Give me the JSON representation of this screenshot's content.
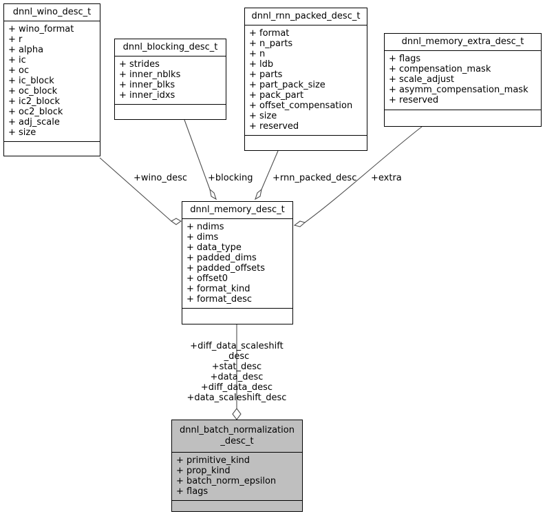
{
  "diagram": {
    "type": "uml-class-diagram",
    "title": "dnnl_batch_normalization_desc_t collaboration diagram",
    "background_color": "#ffffff",
    "line_color": "#4d4d4d",
    "border_color": "#000000",
    "highlight_color": "#bfbfbf"
  },
  "classes": [
    {
      "id": "wino",
      "name": "dnnl_wino_desc_t",
      "highlighted": false,
      "attributes": [
        "+ wino_format",
        "+ r",
        "+ alpha",
        "+ ic",
        "+ oc",
        "+ ic_block",
        "+ oc_block",
        "+ ic2_block",
        "+ oc2_block",
        "+ adj_scale",
        "+ size"
      ]
    },
    {
      "id": "blocking",
      "name": "dnnl_blocking_desc_t",
      "highlighted": false,
      "attributes": [
        "+ strides",
        "+ inner_nblks",
        "+ inner_blks",
        "+ inner_idxs"
      ]
    },
    {
      "id": "rnn_packed",
      "name": "dnnl_rnn_packed_desc_t",
      "highlighted": false,
      "attributes": [
        "+ format",
        "+ n_parts",
        "+ n",
        "+ ldb",
        "+ parts",
        "+ part_pack_size",
        "+ pack_part",
        "+ offset_compensation",
        "+ size",
        "+ reserved"
      ]
    },
    {
      "id": "memory_extra",
      "name": "dnnl_memory_extra_desc_t",
      "highlighted": false,
      "attributes": [
        "+ flags",
        "+ compensation_mask",
        "+ scale_adjust",
        "+ asymm_compensation_mask",
        "+ reserved"
      ]
    },
    {
      "id": "memory_desc",
      "name": "dnnl_memory_desc_t",
      "highlighted": false,
      "attributes": [
        "+ ndims",
        "+ dims",
        "+ data_type",
        "+ padded_dims",
        "+ padded_offsets",
        "+ offset0",
        "+ format_kind",
        "+ format_desc"
      ]
    },
    {
      "id": "batch_norm",
      "name": "dnnl_batch_normalization\n_desc_t",
      "highlighted": true,
      "attributes": [
        "+ primitive_kind",
        "+ prop_kind",
        "+ batch_norm_epsilon",
        "+ flags"
      ]
    }
  ],
  "edges": [
    {
      "id": "wino-to-memory",
      "from": "wino",
      "to": "memory_desc",
      "relation": "aggregation",
      "label": "+wino_desc"
    },
    {
      "id": "blocking-to-memory",
      "from": "blocking",
      "to": "memory_desc",
      "relation": "aggregation",
      "label": "+blocking"
    },
    {
      "id": "rnn-to-memory",
      "from": "rnn_packed",
      "to": "memory_desc",
      "relation": "aggregation",
      "label": "+rnn_packed_desc"
    },
    {
      "id": "extra-to-memory",
      "from": "memory_extra",
      "to": "memory_desc",
      "relation": "aggregation",
      "label": "+extra"
    },
    {
      "id": "memory-to-batchnorm",
      "from": "memory_desc",
      "to": "batch_norm",
      "relation": "aggregation",
      "label": "+diff_data_scaleshift\n_desc\n+stat_desc\n+data_desc\n+diff_data_desc\n+data_scaleshift_desc"
    }
  ]
}
